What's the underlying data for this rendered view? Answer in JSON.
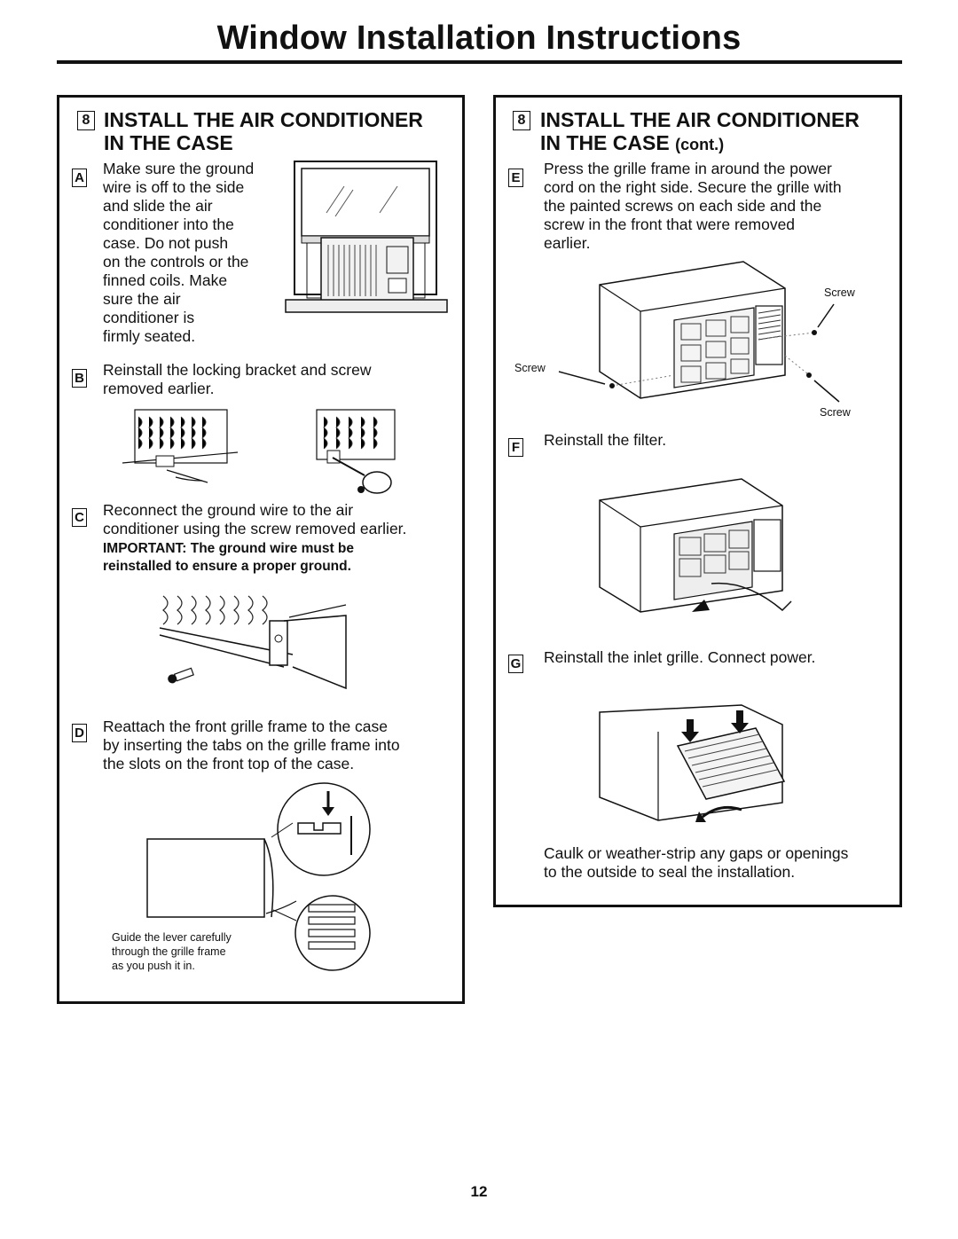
{
  "page": {
    "title": "Window Installation Instructions",
    "page_number": "12"
  },
  "left": {
    "step_number": "8",
    "heading_line1": "INSTALL THE AIR CONDITIONER",
    "heading_line2": "IN THE CASE",
    "A": {
      "letter": "A",
      "lines": [
        "Make sure the ground",
        "wire is off to the side",
        "and slide the air",
        "conditioner into the",
        "case. Do not push",
        "on the controls or the",
        "finned coils. Make",
        "sure the air",
        "conditioner is",
        "firmly seated."
      ]
    },
    "B": {
      "letter": "B",
      "lines": [
        "Reinstall the locking bracket and screw",
        "removed earlier."
      ]
    },
    "C": {
      "letter": "C",
      "lines": [
        "Reconnect the ground wire to the air",
        "conditioner using the screw removed earlier."
      ],
      "important_lines": [
        "IMPORTANT: The ground wire must be",
        "reinstalled to ensure a proper ground."
      ]
    },
    "D": {
      "letter": "D",
      "lines": [
        "Reattach the front grille frame to the case",
        "by inserting the tabs on the grille frame into",
        "the slots on the front top of the case."
      ],
      "caption_lines": [
        "Guide the lever carefully",
        "through the grille frame",
        "as you push it in."
      ]
    }
  },
  "right": {
    "step_number": "8",
    "heading_line1": "INSTALL THE AIR CONDITIONER",
    "heading_line2": "IN THE CASE",
    "heading_suffix": "(cont.)",
    "E": {
      "letter": "E",
      "lines": [
        "Press the grille frame in around the power",
        "cord on the right side. Secure the grille with",
        "the painted screws on each side and the",
        "screw in the front that were removed",
        "earlier."
      ],
      "labels": [
        "Screw",
        "Screw",
        "Screw"
      ]
    },
    "F": {
      "letter": "F",
      "text": "Reinstall the filter."
    },
    "G": {
      "letter": "G",
      "text": "Reinstall the inlet grille. Connect power.",
      "note_lines": [
        "Caulk or weather-strip any gaps or openings",
        "to the outside to seal the installation."
      ]
    }
  }
}
